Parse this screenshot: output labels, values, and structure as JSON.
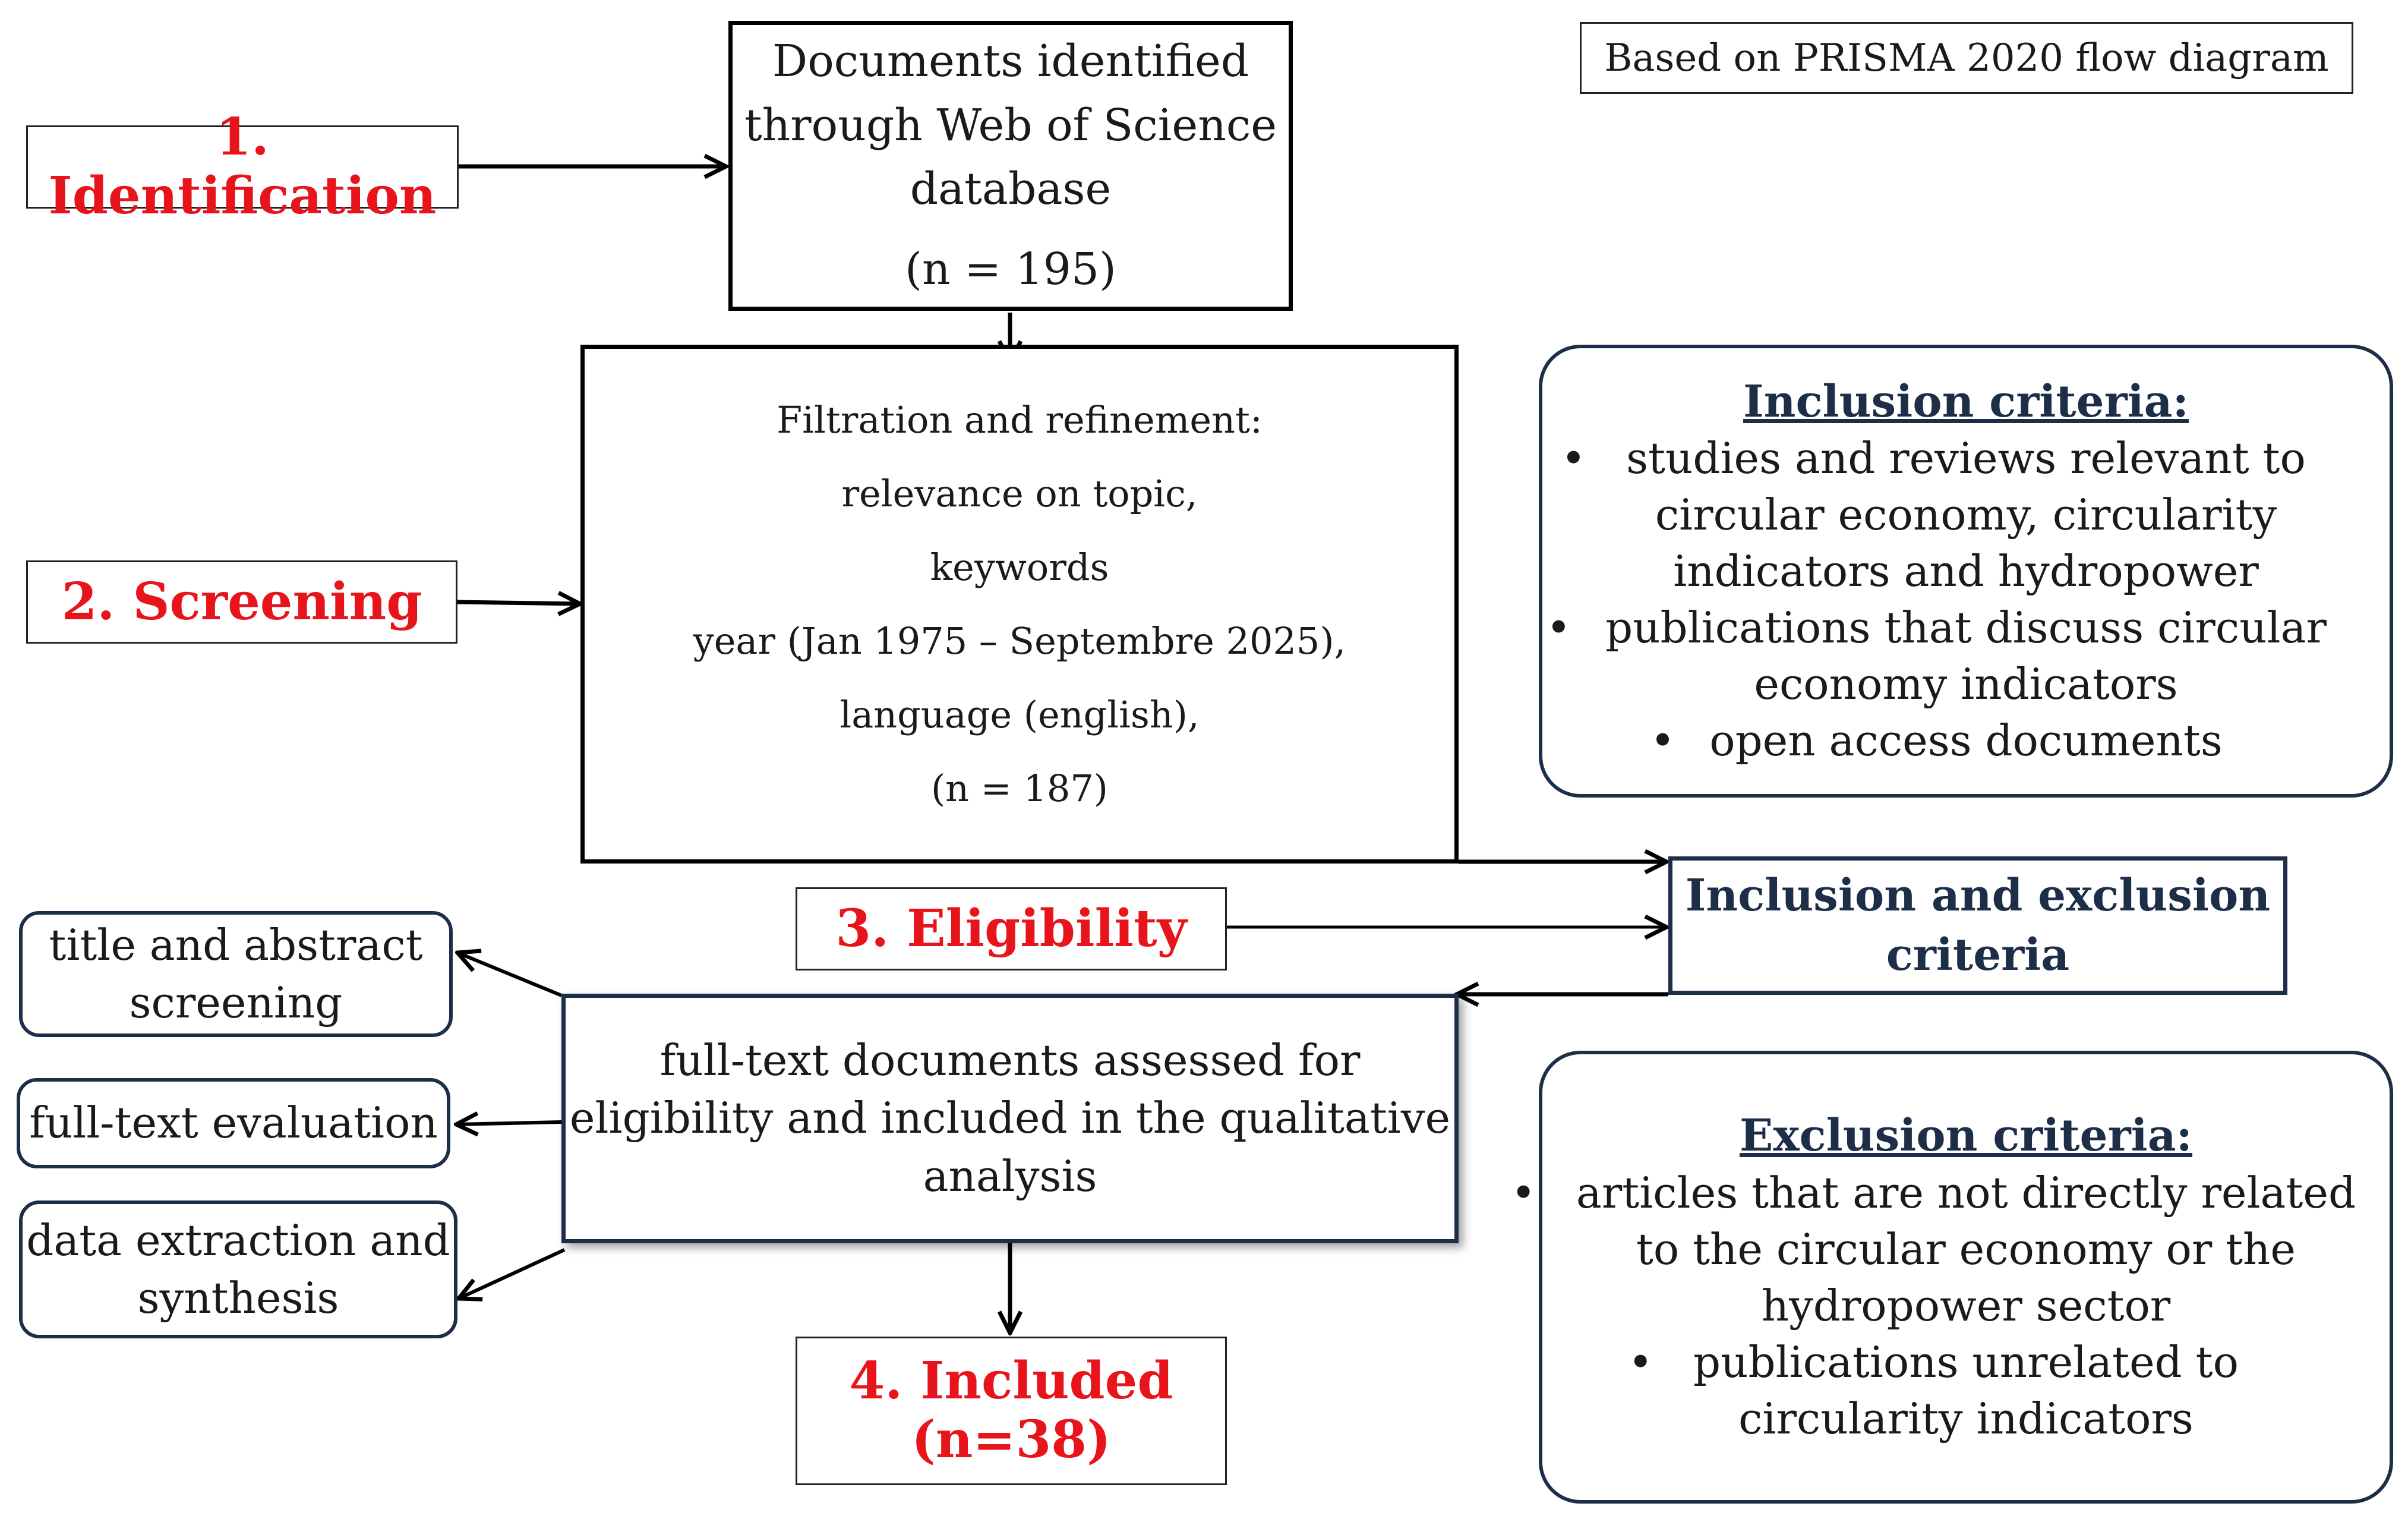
{
  "note": "Based on PRISMA 2020 flow diagram",
  "stages": {
    "identification": "1. Identification",
    "screening": "2. Screening",
    "eligibility": "3. Eligibility",
    "included_line1": "4. Included",
    "included_line2": "(n=38)"
  },
  "identified": {
    "lines": [
      "Documents identified",
      "through Web of Science",
      "database"
    ],
    "count": "(n = 195)"
  },
  "filtration": {
    "lines": [
      "Filtration and refinement:",
      "relevance on topic,",
      "keywords",
      "year (Jan 1975 – Septembre 2025),",
      "language (english),",
      "(n = 187)"
    ]
  },
  "inclusion_criteria": {
    "title": "Inclusion criteria:",
    "items": [
      "studies and reviews relevant to circular economy, circularity indicators and hydropower",
      "publications that discuss circular economy indicators",
      "open access documents"
    ],
    "item_lines": [
      [
        "studies and reviews relevant to",
        "circular economy, circularity",
        "indicators and hydropower"
      ],
      [
        "publications that discuss circular",
        "economy indicators"
      ],
      [
        "open access documents"
      ]
    ]
  },
  "inc_exc": {
    "lines": [
      "Inclusion and exclusion",
      "criteria"
    ]
  },
  "exclusion_criteria": {
    "title": "Exclusion criteria:",
    "item_lines": [
      [
        "articles that are not directly related",
        "to the circular economy or the",
        "hydropower sector"
      ],
      [
        "publications unrelated to",
        "circularity indicators"
      ]
    ]
  },
  "fulltext": {
    "lines": [
      "full-text documents assessed for",
      "eligibility and included in the qualitative",
      "analysis"
    ]
  },
  "side_steps": {
    "title_abstract": [
      "title and abstract",
      "screening"
    ],
    "fulltext_eval": [
      "full-text evaluation"
    ],
    "data_extraction": [
      "data extraction and",
      "synthesis"
    ]
  },
  "colors": {
    "stage_red": "#e8141c",
    "navy": "#1c2e48",
    "black": "#000000"
  }
}
